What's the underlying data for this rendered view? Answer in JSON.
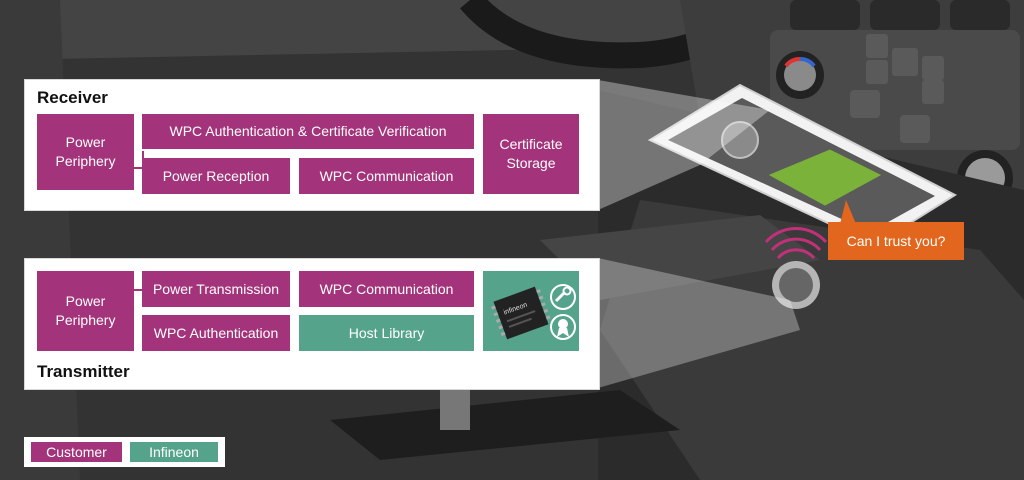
{
  "receiver": {
    "title": "Receiver",
    "power_periphery": "Power Periphery",
    "wpc_auth_cert": "WPC Authentication & Certificate Verification",
    "power_reception": "Power Reception",
    "wpc_communication": "WPC Communication",
    "certificate_storage": "Certificate Storage"
  },
  "transmitter": {
    "title": "Transmitter",
    "power_periphery": "Power Periphery",
    "power_transmission": "Power Transmission",
    "wpc_communication": "WPC Communication",
    "wpc_authentication": "WPC Authentication",
    "host_library": "Host Library",
    "chip_brand": "infineon"
  },
  "legend": {
    "customer": "Customer",
    "infineon": "Infineon"
  },
  "speech_bubble": "Can I trust you?",
  "colors": {
    "customer": "#a3337a",
    "infineon": "#55a38a",
    "bubble": "#e2661d",
    "battery": "#7bb23a"
  }
}
